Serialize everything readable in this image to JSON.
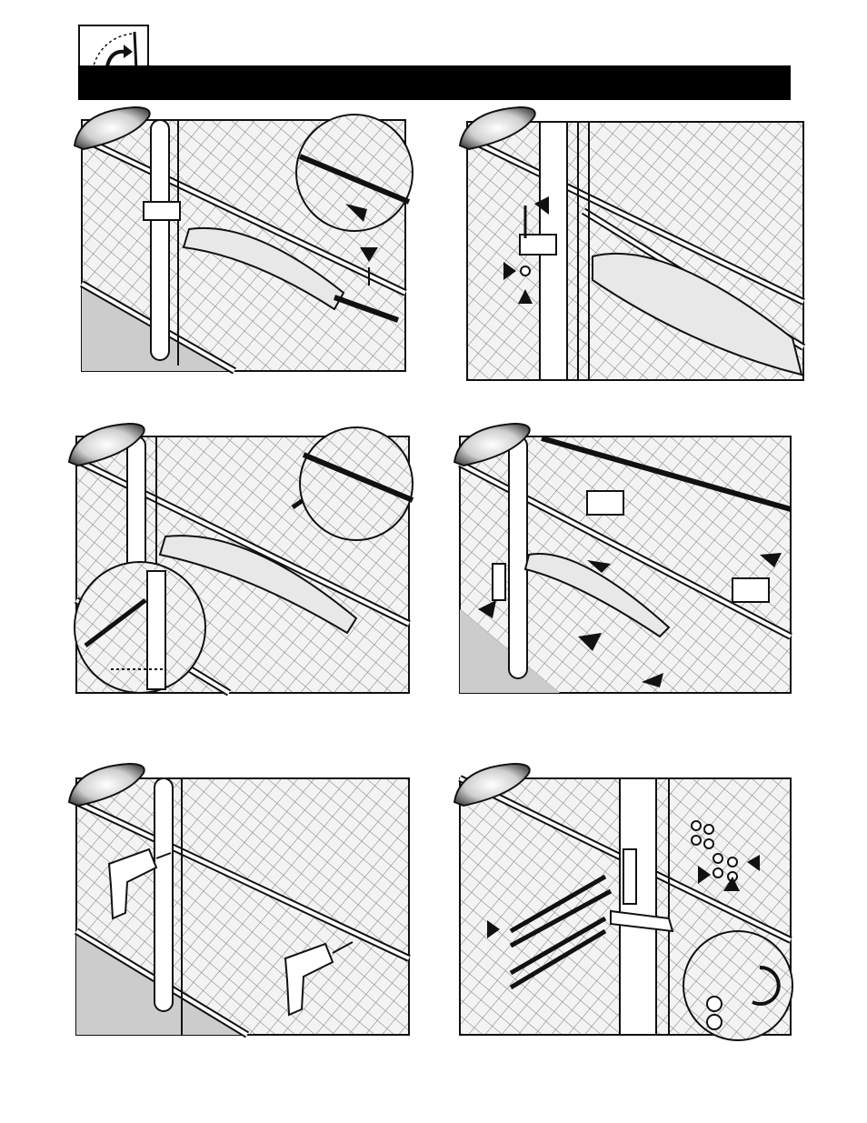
{
  "page": {
    "header": {
      "icon": "gate-swing-open-icon",
      "bar_color": "#000000"
    },
    "steps": [
      {
        "id": 1,
        "badge": "step-badge",
        "icons": [
          "gate-opener-arm-icon",
          "clevis-pin-icon",
          "bracket-detail-icon"
        ]
      },
      {
        "id": 2,
        "badge": "step-badge",
        "icons": [
          "gate-opener-arm-icon",
          "bolt-icon",
          "washer-icon"
        ]
      },
      {
        "id": 3,
        "badge": "step-badge",
        "icons": [
          "gate-opener-arm-icon",
          "marker-pen-icon",
          "drill-mark-detail-icon"
        ]
      },
      {
        "id": 4,
        "badge": "step-badge",
        "icons": [
          "gate-opener-arm-icon",
          "bracket-icon",
          "arrow-icon"
        ]
      },
      {
        "id": 5,
        "badge": "step-badge",
        "icons": [
          "power-drill-icon",
          "power-drill-icon"
        ]
      },
      {
        "id": 6,
        "badge": "step-badge",
        "icons": [
          "carriage-bolt-icon",
          "nut-washer-icon",
          "wrench-detail-icon"
        ]
      }
    ]
  }
}
